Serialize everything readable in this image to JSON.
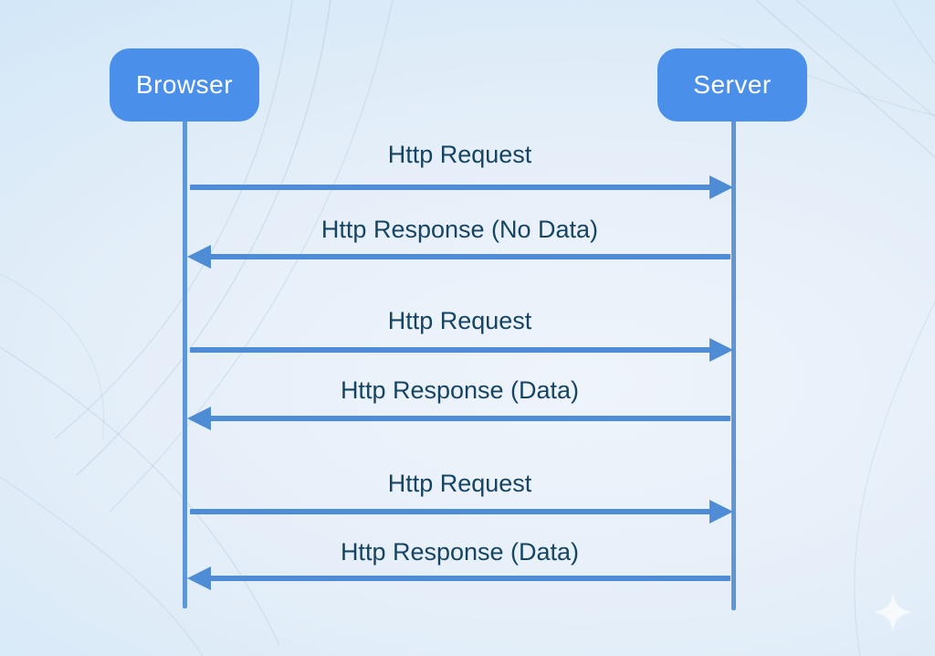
{
  "diagram": {
    "type": "sequence",
    "actors": [
      {
        "id": "browser",
        "label": "Browser"
      },
      {
        "id": "server",
        "label": "Server"
      }
    ],
    "messages": [
      {
        "label": "Http Request",
        "from": "browser",
        "to": "server",
        "direction": "right"
      },
      {
        "label": "Http Response (No Data)",
        "from": "server",
        "to": "browser",
        "direction": "left"
      },
      {
        "label": "Http Request",
        "from": "browser",
        "to": "server",
        "direction": "right"
      },
      {
        "label": "Http Response (Data)",
        "from": "server",
        "to": "browser",
        "direction": "left"
      },
      {
        "label": "Http Request",
        "from": "browser",
        "to": "server",
        "direction": "right"
      },
      {
        "label": "Http Response (Data)",
        "from": "server",
        "to": "browser",
        "direction": "left"
      }
    ],
    "colors": {
      "actor_box": "#4a90ea",
      "actor_text": "#ffffff",
      "arrow": "#4f8cd6",
      "lifeline": "#5e96d8",
      "label_text": "#164463",
      "background_edge": "#cbe3f7",
      "background_center": "#eff4fb"
    },
    "watermark": {
      "icon": "sparkle-icon",
      "color": "#ffffff"
    }
  }
}
